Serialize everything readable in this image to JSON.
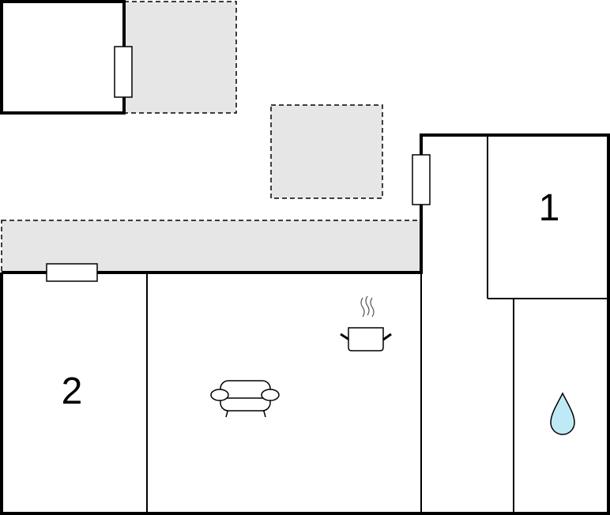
{
  "floorplan": {
    "rooms": [
      {
        "id": "bedroom-1",
        "label": "1"
      },
      {
        "id": "bedroom-2",
        "label": "2"
      }
    ],
    "icons": [
      {
        "name": "sofa-icon",
        "room": "living-room"
      },
      {
        "name": "cooking-pot-icon",
        "room": "kitchen"
      },
      {
        "name": "water-drop-icon",
        "room": "bathroom",
        "color": "#bfeaf5"
      }
    ],
    "colors": {
      "wall": "#000000",
      "outdoor_area": "#e6e6e6",
      "water": "#bfeaf5"
    }
  }
}
